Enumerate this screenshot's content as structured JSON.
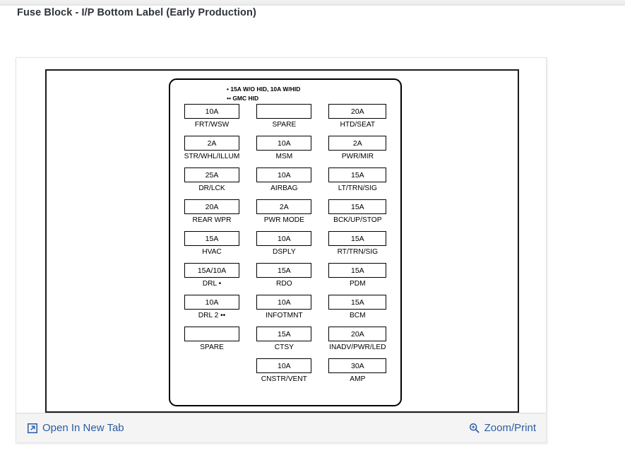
{
  "page": {
    "title": "Fuse Block - I/P Bottom Label (Early Production)"
  },
  "diagram": {
    "legend": [
      "• 15A W/O HID, 10A W/HID",
      "•• GMC HID"
    ],
    "columns": [
      {
        "name": "column-1",
        "cells": [
          {
            "rating": "10A",
            "label": "FRT/WSW"
          },
          {
            "rating": "2A",
            "label": "STR/WHL/ILLUM"
          },
          {
            "rating": "25A",
            "label": "DR/LCK"
          },
          {
            "rating": "20A",
            "label": "REAR WPR"
          },
          {
            "rating": "15A",
            "label": "HVAC"
          },
          {
            "rating": "15A/10A",
            "label": "DRL •"
          },
          {
            "rating": "10A",
            "label": "DRL 2 ••"
          },
          {
            "rating": "",
            "label": "SPARE"
          }
        ]
      },
      {
        "name": "column-2",
        "cells": [
          {
            "rating": "",
            "label": "SPARE"
          },
          {
            "rating": "10A",
            "label": "MSM"
          },
          {
            "rating": "10A",
            "label": "AIRBAG"
          },
          {
            "rating": "2A",
            "label": "PWR MODE"
          },
          {
            "rating": "10A",
            "label": "DSPLY"
          },
          {
            "rating": "15A",
            "label": "RDO"
          },
          {
            "rating": "10A",
            "label": "INFOTMNT"
          },
          {
            "rating": "15A",
            "label": "CTSY"
          },
          {
            "rating": "10A",
            "label": "CNSTR/VENT"
          }
        ]
      },
      {
        "name": "column-3",
        "cells": [
          {
            "rating": "20A",
            "label": "HTD/SEAT"
          },
          {
            "rating": "2A",
            "label": "PWR/MIR"
          },
          {
            "rating": "15A",
            "label": "LT/TRN/SIG"
          },
          {
            "rating": "15A",
            "label": "BCK/UP/STOP"
          },
          {
            "rating": "15A",
            "label": "RT/TRN/SIG"
          },
          {
            "rating": "15A",
            "label": "PDM"
          },
          {
            "rating": "15A",
            "label": "BCM"
          },
          {
            "rating": "20A",
            "label": "INADV/PWR/LED"
          },
          {
            "rating": "30A",
            "label": "AMP"
          }
        ]
      }
    ]
  },
  "actions": {
    "open_new_tab": {
      "label": "Open In New Tab",
      "icon": "external-link-icon"
    },
    "zoom_print": {
      "label": "Zoom/Print",
      "icon": "magnifier-plus-icon"
    }
  },
  "colors": {
    "link": "#2a5da6",
    "title": "#2f3338",
    "diagram_border": "#1b1b1b",
    "panel_border": "#e3e3e3",
    "action_bar_bg": "#f4f4f4"
  }
}
